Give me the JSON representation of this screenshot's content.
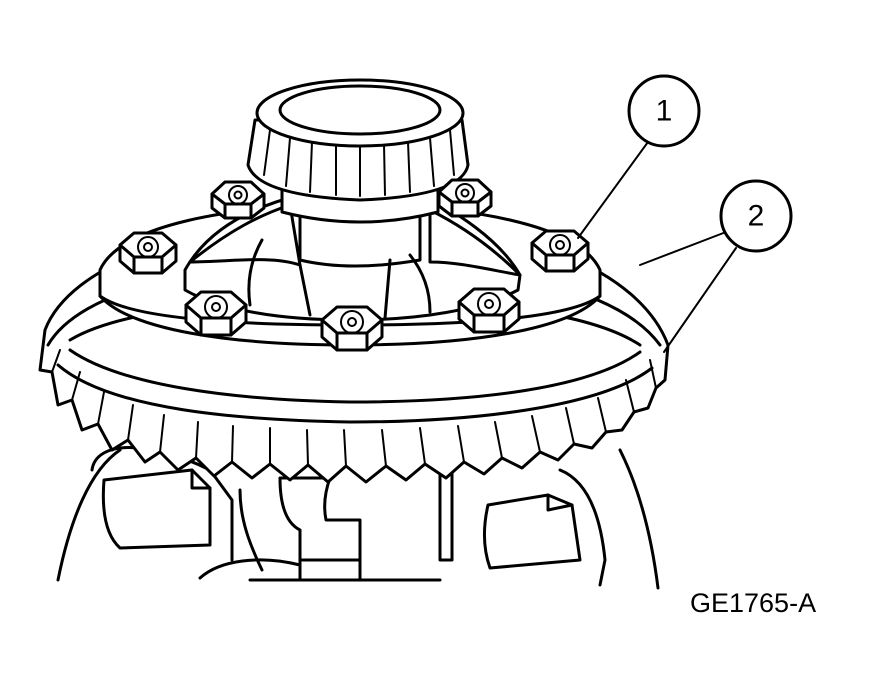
{
  "callouts": [
    {
      "label": "1",
      "part": "bolt"
    },
    {
      "label": "2",
      "part": "ring-gear"
    }
  ],
  "figure_code": "GE1765-A",
  "colors": {
    "line": "#000000",
    "background": "#ffffff"
  }
}
